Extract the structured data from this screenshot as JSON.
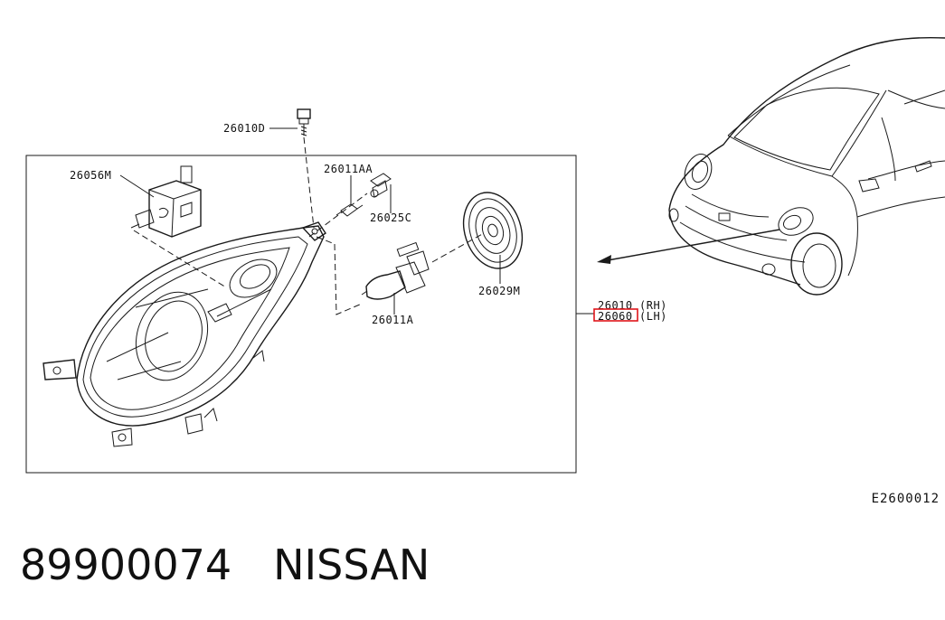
{
  "diagram": {
    "parts": {
      "bolt": "26010D",
      "leveling_motor": "26056M",
      "socket": "26011AA",
      "side_bulb": "26025C",
      "cap": "26029M",
      "bulb": "26011A"
    },
    "assembly": {
      "rh_number": "26010",
      "rh_side": "(RH)",
      "lh_number": "26060",
      "lh_side": "(LH)"
    },
    "highlight_color": "#e0151b",
    "figure_ref": "E2600012"
  },
  "footer": {
    "part_number": "89900074",
    "brand": "NISSAN"
  }
}
